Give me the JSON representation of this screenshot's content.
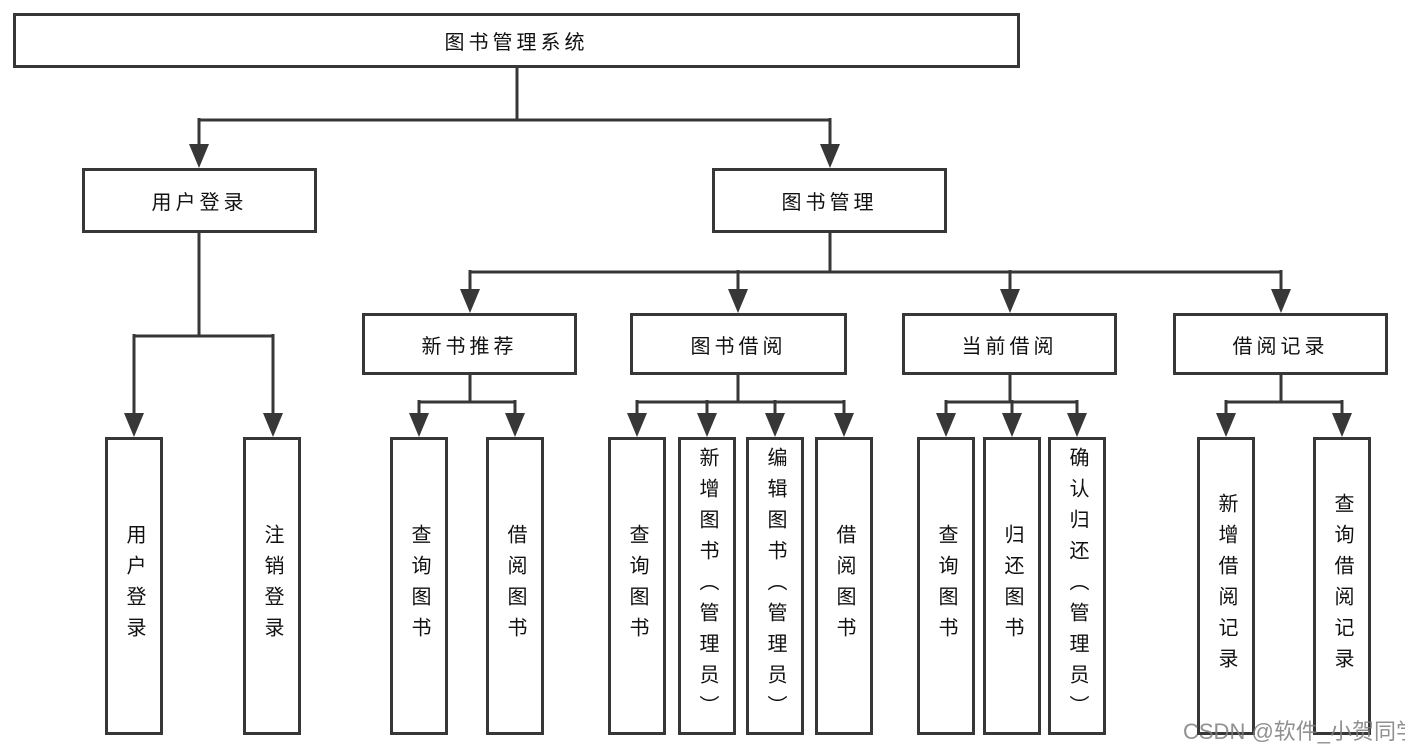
{
  "page": {
    "background": "#ffffff"
  },
  "colors": {
    "line": "#373737",
    "box_border": "#373737",
    "text": "#111111",
    "watermark": "#7d7d7d"
  },
  "tree": {
    "root": {
      "label": "图书管理系统"
    },
    "branches": [
      {
        "label": "用户登录",
        "children": [
          {
            "label": "用户登录"
          },
          {
            "label": "注销登录"
          }
        ]
      },
      {
        "label": "图书管理",
        "children": [
          {
            "label": "新书推荐",
            "children": [
              {
                "label": "查询图书"
              },
              {
                "label": "借阅图书"
              }
            ]
          },
          {
            "label": "图书借阅",
            "children": [
              {
                "label": "查询图书"
              },
              {
                "label": "新增图书（管理员）"
              },
              {
                "label": "编辑图书（管理员）"
              },
              {
                "label": "借阅图书"
              }
            ]
          },
          {
            "label": "当前借阅",
            "children": [
              {
                "label": "查询图书"
              },
              {
                "label": "归还图书"
              },
              {
                "label": "确认归还（管理员）"
              }
            ]
          },
          {
            "label": "借阅记录",
            "children": [
              {
                "label": "新增借阅记录"
              },
              {
                "label": "查询借阅记录"
              }
            ]
          }
        ]
      }
    ]
  },
  "watermark": {
    "text": "CSDN @软件_小贺同学"
  }
}
